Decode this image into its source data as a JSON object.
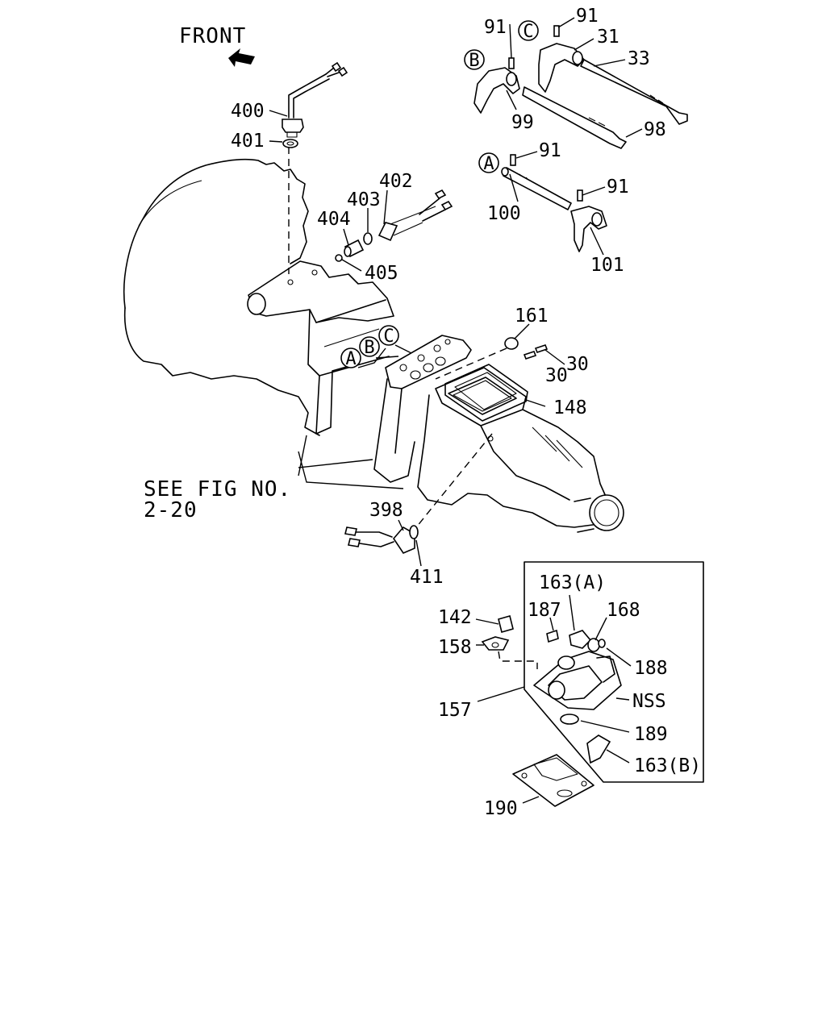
{
  "header": {
    "front_label": "FRONT"
  },
  "note": {
    "line1": "SEE FIG NO.",
    "line2": "2-20"
  },
  "circle_refs": {
    "a": "A",
    "b": "B",
    "c": "C"
  },
  "inset": {
    "nss_label": "NSS"
  },
  "callouts": {
    "p91": "91",
    "p31": "31",
    "p33": "33",
    "p99": "99",
    "p98": "98",
    "p100": "100",
    "p101": "101",
    "p400": "400",
    "p401": "401",
    "p402": "402",
    "p403": "403",
    "p404": "404",
    "p405": "405",
    "p161": "161",
    "p30": "30",
    "p148": "148",
    "p398": "398",
    "p411": "411",
    "p142": "142",
    "p158": "158",
    "p157": "157",
    "p163a": "163(A)",
    "p187": "187",
    "p168": "168",
    "p188": "188",
    "p189": "189",
    "p163b": "163(B)",
    "p190": "190"
  }
}
